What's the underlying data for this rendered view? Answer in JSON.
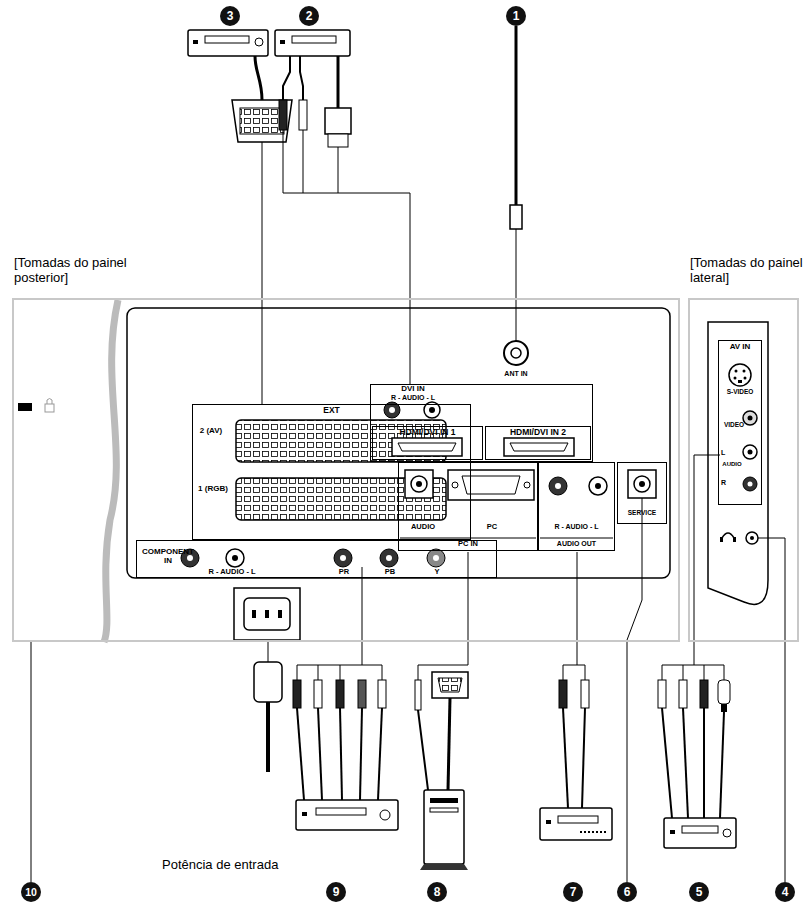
{
  "diagram": {
    "nodes": [
      {
        "text": [
          "[Tomadas do painel posterior]"
        ]
      },
      {
        "text": [
          "[Tomadas do painel lateral]"
        ]
      },
      {
        "text": [
          "EXT",
          "2 (AV)",
          "1 (RGB)"
        ],
        "in": 0
      },
      {
        "text": [
          "COMPONENT IN",
          "R - AUDIO - L",
          "PR",
          "PB",
          "Y"
        ],
        "in": 0
      },
      {
        "text": [
          "DVI IN",
          "R - AUDIO - L"
        ],
        "in": 0
      },
      {
        "text": [
          "HDMI/DVI IN 1"
        ],
        "in": 4
      },
      {
        "text": [
          "HDMI/DVI IN 2"
        ],
        "in": 4
      },
      {
        "text": [
          "AUDIO",
          "PC",
          "PC IN"
        ],
        "in": 0
      },
      {
        "text": [
          "R - AUDIO - L",
          "AUDIO OUT"
        ],
        "in": 0
      },
      {
        "text": [
          "SERVICE"
        ],
        "in": 0
      },
      {
        "text": [
          "AV IN",
          "S-VIDEO",
          "VIDEO",
          "L",
          "AUDIO",
          "R"
        ],
        "in": 1
      }
    ],
    "labels": [
      "ANT IN",
      "Potência de entrada",
      "1",
      "2",
      "3",
      "4",
      "5",
      "6",
      "7",
      "8",
      "9",
      "10"
    ]
  }
}
